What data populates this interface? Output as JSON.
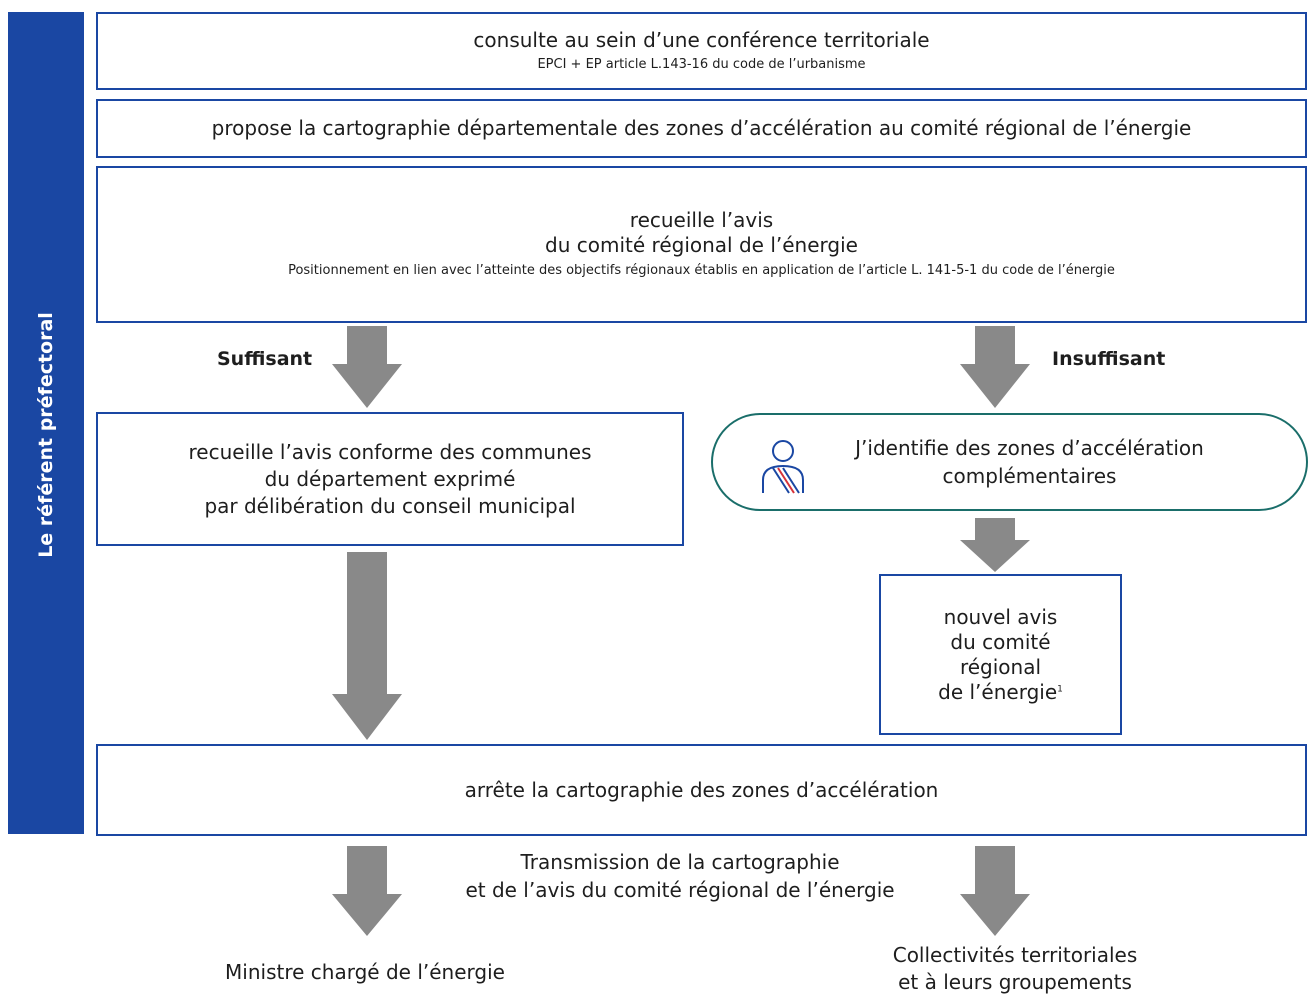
{
  "band": {
    "label": "Le référent préfectoral"
  },
  "step_consulte": {
    "title": "consulte au sein d’une conférence territoriale",
    "subtitle": "EPCI + EP article L.143-16 du code de l’urbanisme"
  },
  "step_propose": {
    "title": "propose la cartographie départementale des zones d’accélération au comité régional de l’énergie"
  },
  "step_recueille": {
    "line1": "recueille l’avis",
    "line2": "du comité régional de l’énergie",
    "subtitle": "Positionnement en lien avec l’atteinte des objectifs régionaux établis en application de l’article L. 141-5-1 du code de l’énergie"
  },
  "branch_labels": {
    "left": "Suffisant",
    "right": "Insuffisant"
  },
  "step_conforme": {
    "line1": "recueille l’avis conforme des communes",
    "line2": "du département exprimé",
    "line3": "par délibération du conseil municipal"
  },
  "step_identifie": {
    "line1": "J’identifie des zones d’accélération",
    "line2": "complémentaires",
    "icon": "person-with-sash-icon"
  },
  "step_nouvel": {
    "line1": "nouvel avis",
    "line2": "du comité",
    "line3": "régional",
    "line4": "de l’énergie",
    "footnote": "1"
  },
  "step_arrete": {
    "title": "arrête la cartographie des zones d’accélération"
  },
  "transmission": {
    "line1": "Transmission de la cartographie",
    "line2": "et de l’avis du comité régional de l’énergie"
  },
  "recipients": {
    "left": "Ministre chargé de l’énergie",
    "right_line1": "Collectivités territoriales",
    "right_line2": "et à leurs groupements"
  },
  "colors": {
    "band": "#1a47a3",
    "box_border": "#1a47a3",
    "rounded_border": "#1a6e6a",
    "arrow": "#898989",
    "sash_red": "#d6333a"
  }
}
